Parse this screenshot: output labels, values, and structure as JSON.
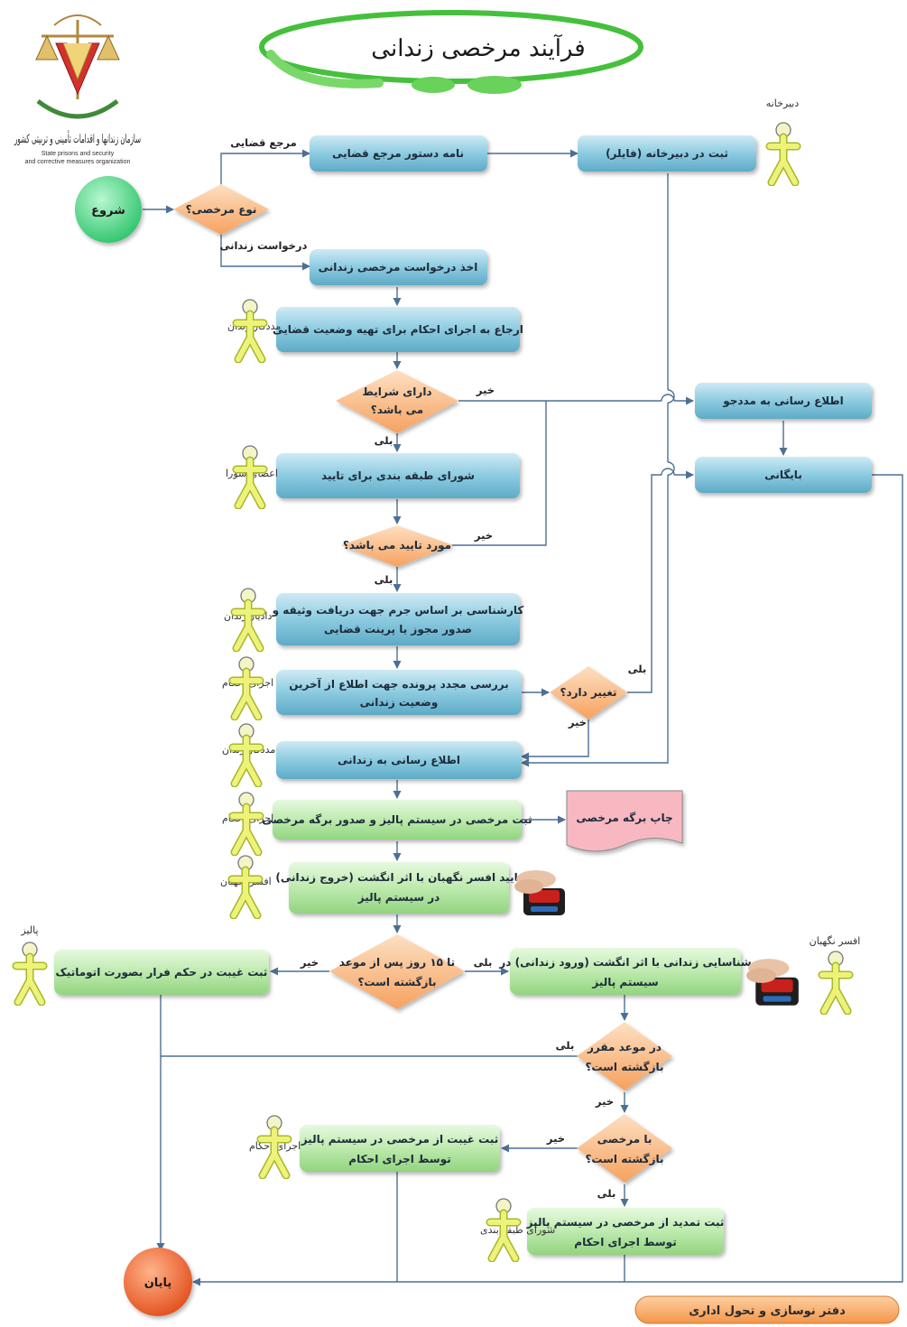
{
  "title": "فرآیند مرخصی زندانی",
  "logo": {
    "text_fa": "سازمان زندانها و اقدامات تأمینی و تربیتی کشور",
    "text_en_1": "State prisons and security",
    "text_en_2": "and corrective measures organization"
  },
  "footer": "دفتر نوسازی و تحول اداری",
  "colors": {
    "blue_box": "#7fc0d8",
    "green_box": "#b5e8a9",
    "decision": "#f9b37a",
    "start": "#4fdc8a",
    "end": "#f06a3a",
    "print_doc": "#f7b8c2",
    "actor": "#e8f07a",
    "connector": "#4d6f95",
    "footer": "#f7a55c"
  },
  "nodes": {
    "start": "شروع",
    "end": "پایان",
    "leave_type": "نوع مرخصی؟",
    "judicial_letter": "نامه دستور مرجع قضایی",
    "secretariat": "ثبت در دبیرخانه (فایلر)",
    "prisoner_request": "اخذ درخواست مرخصی زندانی",
    "refer_enforcement": "ارجاع به اجرای احکام برای تهیه وضعیت قضایی",
    "has_conditions_1": "دارای شرایط",
    "has_conditions_2": "می باشد؟",
    "notify_client": "اطلاع رسانی به مددجو",
    "archive": "بایگانی",
    "classification_council": "شورای طبقه بندی برای تایید",
    "approved": "مورد تایید می باشد؟",
    "expert_review_1": "کارشناسی بر اساس جرم جهت دریافت وثیقه و",
    "expert_review_2": "صدور مجوز یا پرینت قضایی",
    "recheck_1": "بررسی مجدد پرونده جهت اطلاع از آخرین",
    "recheck_2": "وضعیت زندانی",
    "changed": "تغییر دارد؟",
    "notify_prisoner": "اطلاع رسانی به زندانی",
    "register_leave": "ثبت مرخصی در سیستم پالیز و صدور برگه مرخصی",
    "print_sheet": "چاپ برگه مرخصی",
    "guard_confirm_1": "تایید افسر نگهبان با اثر انگشت (خروج زندانی)",
    "guard_confirm_2": "در سیستم پالیز",
    "within15_1": "تا ۱۵ روز پس از موعد",
    "within15_2": "بازگشته است؟",
    "absence_verdict": "ثبت غیبت در حکم فرار بصورت اتوماتیک",
    "identify_1": "شناسایی زندانی با اثر انگشت (ورود زندانی) در",
    "identify_2": "سیستم پالیز",
    "on_time_1": "در موعد مقرر",
    "on_time_2": "بازگشته است؟",
    "with_leave_1": "با مرخصی",
    "with_leave_2": "بازگشته است؟",
    "absence_record_1": "ثبت غیبت از مرخصی در سیستم پالیز",
    "absence_record_2": "توسط اجرای احکام",
    "extension_1": "ثبت تمدید از مرخصی در سیستم پالیز",
    "extension_2": "توسط اجرای احکام"
  },
  "edges": {
    "judicial_authority": "مرجع قضایی",
    "prisoner_request": "درخواست زندانی",
    "yes": "بلی",
    "no": "خیر"
  },
  "actors": {
    "secretariat": "دبیرخانه",
    "prison_social_worker": "مددکار زندان",
    "council_members": "اعضای شورا",
    "prison_prosecutor": "دادیار زندان",
    "enforcement": "اجرای احکام",
    "guard_officer": "افسر نگهبان",
    "paliz": "پالیز",
    "classification_council": "شورای طبقه بندی"
  }
}
